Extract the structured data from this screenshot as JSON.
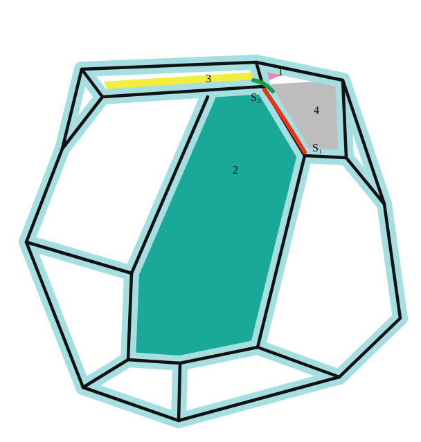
{
  "diagram": {
    "labels": [
      "3",
      "1",
      "S₂",
      "4",
      "S₁",
      "2"
    ]
  }
}
